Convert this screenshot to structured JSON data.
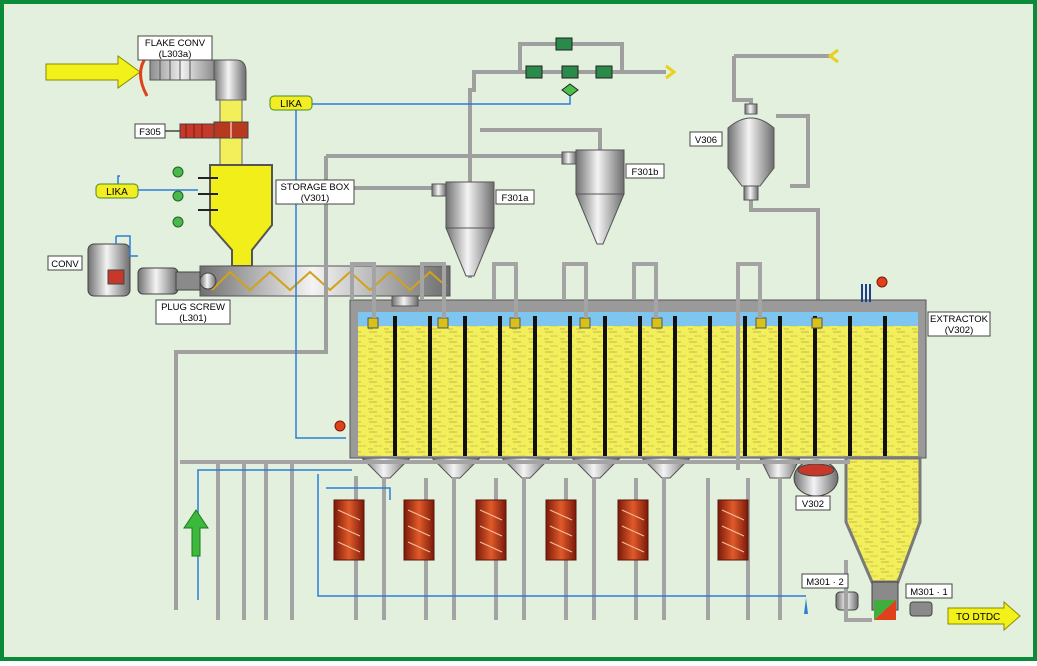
{
  "colors": {
    "frame": "#0a8a3a",
    "background": "#e2f0dd",
    "pipe_gray": "#b8b8b8",
    "pipe_blue": "#2a7fd4",
    "solvent": "#f3ef5a",
    "sheet_metal": "#9a9a9a",
    "heater": "#b83a1e",
    "arrow_yellow": "#f2f21a",
    "arrow_green": "#3cb83c",
    "lika_tag": "#f2ee22"
  },
  "labels": {
    "flake_conv": "FLAKE CONV",
    "flake_conv_tag": "(L303a)",
    "f305": "F305",
    "lika_top": "LIKA",
    "lika_left": "LIKA",
    "conv": "CONV",
    "storage_box": "STORAGE BOX",
    "storage_box_tag": "(V301)",
    "plug_screw": "PLUG SCREW",
    "plug_screw_tag": "(L301)",
    "f301a": "F301a",
    "f301b": "F301b",
    "v306": "V306",
    "extractor": "EXTRACTOK",
    "extractor_tag": "(V302)",
    "v302": "V302",
    "m301_2": "M301 · 2",
    "m301_1": "M301 · 1",
    "to_dtdc": "TO DTDC"
  },
  "icons": {
    "feed_arrow": "yellow-arrow-right-icon",
    "inlet_arrow": "green-arrow-up-icon",
    "outlet_arrow": "yellow-arrow-right-icon",
    "valve": "valve-icon",
    "motor": "motor-icon",
    "heater": "heat-exchanger-icon",
    "indicator": "status-light-icon"
  },
  "indicators": {
    "storage_lights": [
      "green",
      "green",
      "green"
    ],
    "extractor_light": "red",
    "inlet_light": "red"
  }
}
